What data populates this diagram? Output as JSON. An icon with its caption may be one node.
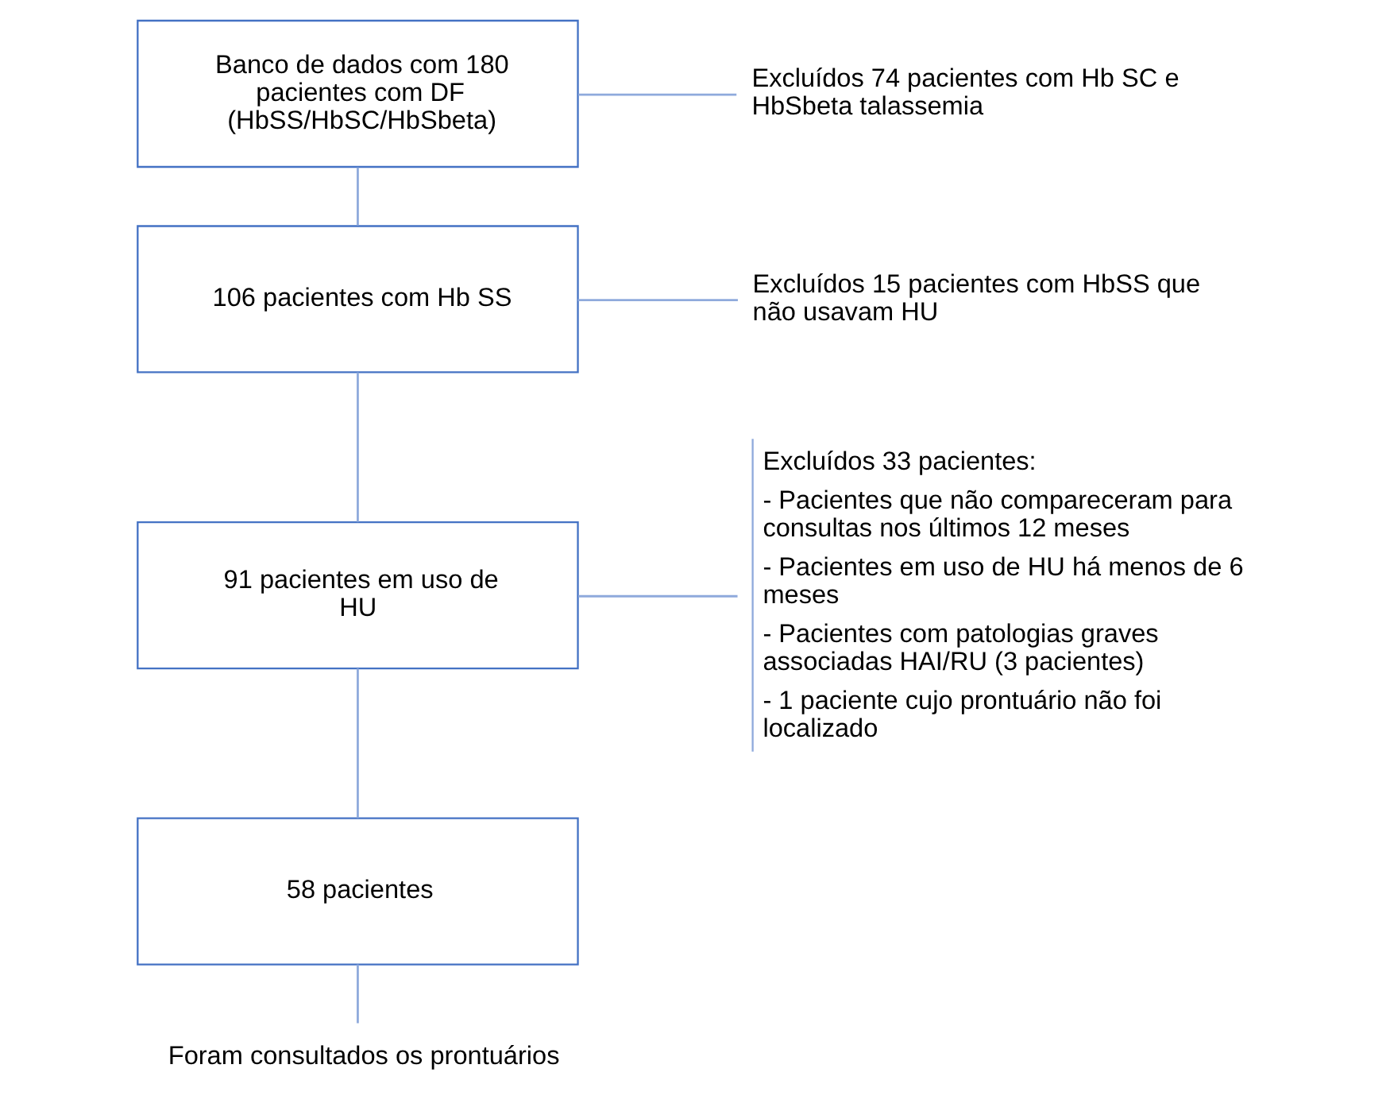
{
  "diagram": {
    "nodes": [
      {
        "text": [
          "Banco de dados com 180 pacientes com DF (HbSS/HbSC/HbSbeta)"
        ]
      },
      {
        "text": [
          "106 pacientes com Hb SS"
        ]
      },
      {
        "text": [
          "91 pacientes em uso de HU"
        ]
      },
      {
        "text": [
          "58 pacientes"
        ]
      },
      {
        "text": [
          "Foram consultados os prontuários"
        ]
      },
      {
        "text": [
          "Excluídos 74 pacientes com Hb SC e HbSbeta talassemia"
        ]
      },
      {
        "text": [
          "Excluídos 15 pacientes com HbSS que não usavam HU"
        ]
      },
      {
        "text": [
          "Excluídos 33 pacientes:",
          "- Pacientes que não compareceram para consultas nos últimos 12 meses",
          "- Pacientes em uso de HU há menos de 6 meses",
          "- Pacientes com patologias graves associadas HAI/RU (3 pacientes)",
          "- 1 paciente cujo prontuário não foi localizado"
        ]
      }
    ],
    "edges": [
      {
        "from": 0,
        "to": 1,
        "arrow": "none"
      },
      {
        "from": 0,
        "to": 5,
        "arrow": "none"
      },
      {
        "from": 1,
        "to": 2,
        "arrow": "none"
      },
      {
        "from": 1,
        "to": 6,
        "arrow": "none"
      },
      {
        "from": 2,
        "to": 3,
        "arrow": "none"
      },
      {
        "from": 2,
        "to": 7,
        "arrow": "none"
      },
      {
        "from": 3,
        "to": 4,
        "arrow": "none"
      }
    ]
  }
}
